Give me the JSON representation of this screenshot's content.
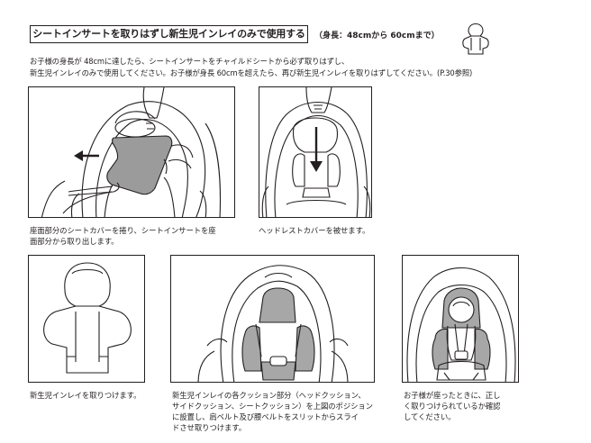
{
  "title": "シートインサートを取りはずし新生児インレイのみで使用する",
  "range": "（身長：48cmから 60cmまで）",
  "intro": [
    "お子様の身長が 48cmに達したら、シートインサートをチャイルドシートから必ず取りはずし、",
    "新生児インレイのみで使用してください。お子様が身長 60cmを超えたら、再び新生児インレイを取りはずしてください。(P.30参照)"
  ],
  "steps": [
    {
      "caption": [
        "座面部分のシートカバーを捲り、シートインサートを座",
        "面部分から取り出します。"
      ]
    },
    {
      "caption": [
        "ヘッドレストカバーを被せます。"
      ]
    },
    {
      "caption": [
        "新生児インレイを取りつけます。"
      ]
    },
    {
      "caption": [
        "新生児インレイの各クッション部分（ヘッドクッション、",
        "サイドクッション、シートクッション）を上図のポジション",
        "に設置し、肩ベルト及び腰ベルトをスリットからスライ",
        "ドさせ取りつけます。"
      ]
    },
    {
      "caption": [
        "お子様が座ったときに、正し",
        "く取りつけられているか確認",
        "してください。"
      ]
    }
  ]
}
